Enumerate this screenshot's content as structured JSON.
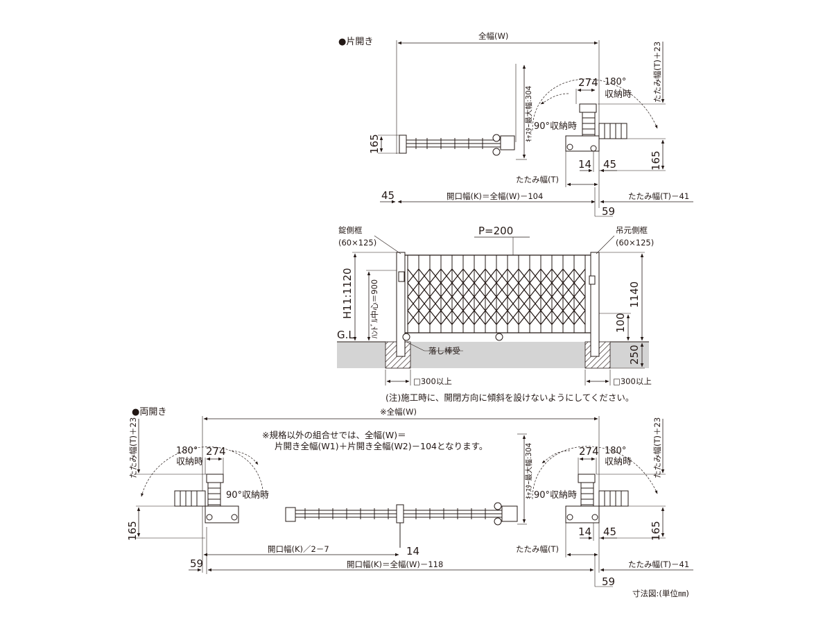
{
  "single": {
    "heading": "●片開き",
    "full_width": "全幅(W)",
    "fold_plus": "たたみ幅(T)＋23",
    "caster_max": "ｷｬｽﾀｰ最大幅:304",
    "d274": "274",
    "deg180": "180°",
    "stored180": "収納時",
    "stored90": "90°収納時",
    "d165_left": "165",
    "d165_right": "165",
    "d14": "14",
    "d45_right": "45",
    "fold_width": "たたみ幅(T)",
    "d45_left": "45",
    "opening": "開口幅(K)＝全幅(W)－104",
    "fold_minus": "たたみ幅(T)－41",
    "d59": "59"
  },
  "elevation": {
    "lock_frame": "錠側框",
    "lock_frame_size": "(60×125)",
    "pitch": "P=200",
    "hang_frame": "吊元側框",
    "hang_frame_size": "(60×125)",
    "height": "H11:1120",
    "handle_center": "ﾊﾝﾄﾞﾙ中心＝900",
    "gl": "G.L",
    "d1140": "1140",
    "d100": "100",
    "d250": "250",
    "drop_rod": "落し棒受",
    "found_left": "□300以上",
    "found_right": "□300以上",
    "note": "(注)施工時に、開閉方向に傾斜を設けないようにしてください。"
  },
  "double": {
    "heading": "●両開き",
    "full_width": "※全幅(W)",
    "combo_note_1": "※規格以外の組合せでは、全幅(W)＝",
    "combo_note_2": "片開き全幅(W1)＋片開き全幅(W2)－104となります。",
    "fold_plus_left": "たたみ幅(T)＋23",
    "fold_plus_right": "たたみ幅(T)＋23",
    "caster_max": "ｷｬｽﾀｰ最大幅:304",
    "d274_left": "274",
    "d274_right": "274",
    "deg180_left": "180°",
    "stored180_left": "収納時",
    "deg180_right": "180°",
    "stored180_right": "収納時",
    "stored90_left": "90°収納時",
    "stored90_right": "90°収納時",
    "d165_left": "165",
    "d165_right": "165",
    "d14_center": "14",
    "d14_right": "14",
    "d45_right": "45",
    "half_opening": "開口幅(K)／2－7",
    "fold_width": "たたみ幅(T)",
    "d59_left": "59",
    "opening": "開口幅(K)＝全幅(W)－118",
    "fold_minus": "たたみ幅(T)－41",
    "d59_right": "59"
  },
  "unit_note": "寸法図:(単位㎜)"
}
